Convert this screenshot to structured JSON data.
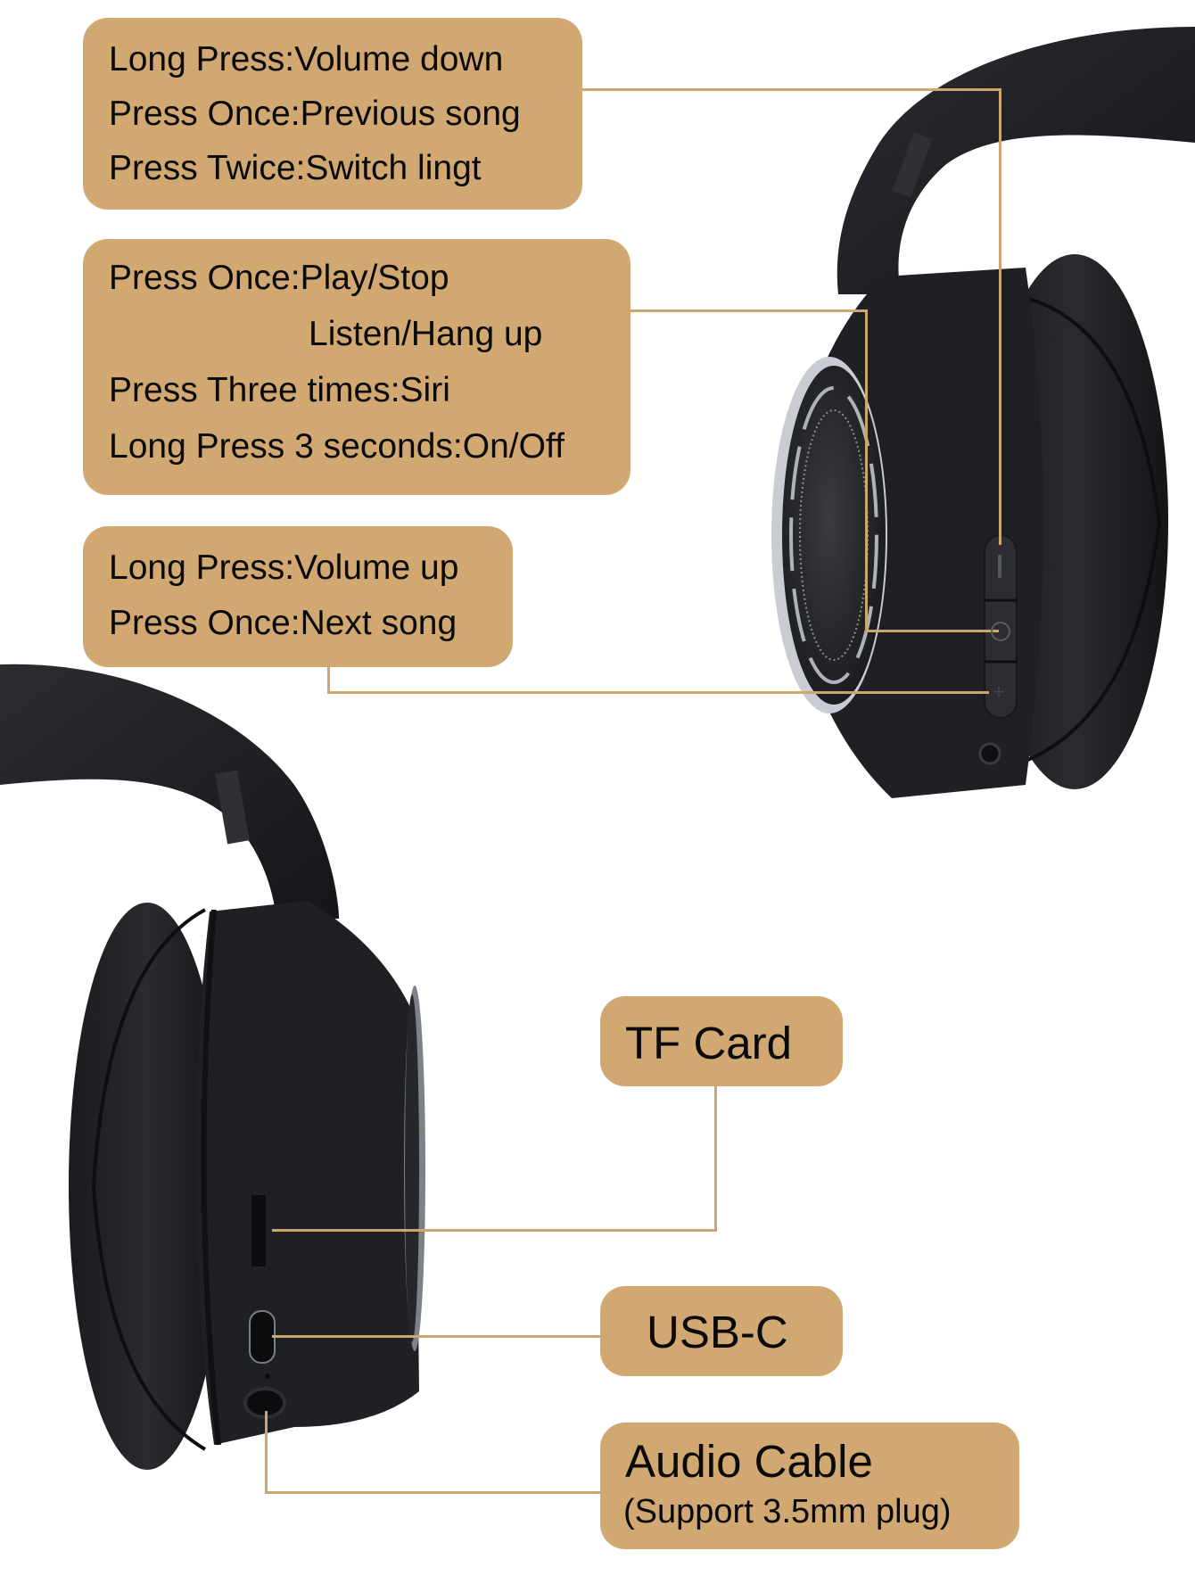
{
  "colors": {
    "label_bg": "#D1A872",
    "connector": "#CFA56F",
    "text": "#0a0a0a",
    "background": "#ffffff",
    "headphone_body": "#1c1d21"
  },
  "top_headphone": {
    "buttons": [
      {
        "id": "minus-button",
        "icon": "minus-icon",
        "callout": {
          "lines": [
            "Long Press:Volume down",
            "Press Once:Previous song",
            "Press Twice:Switch lingt"
          ]
        }
      },
      {
        "id": "multifunction-button",
        "icon": "circle-icon",
        "callout": {
          "lines": [
            "Press Once:Play/Stop",
            "Listen/Hang up",
            "Press Three times:Siri",
            "Long Press 3 seconds:On/Off"
          ]
        }
      },
      {
        "id": "plus-button",
        "icon": "plus-icon",
        "callout": {
          "lines": [
            "Long Press:Volume up",
            "Press Once:Next song"
          ]
        }
      }
    ]
  },
  "bottom_headphone": {
    "ports": [
      {
        "id": "tf-card-slot",
        "callout": {
          "title": "TF Card"
        }
      },
      {
        "id": "usb-c-port",
        "callout": {
          "title": "USB-C"
        }
      },
      {
        "id": "audio-jack",
        "callout": {
          "title": "Audio Cable",
          "subtitle": "(Support 3.5mm plug)"
        }
      }
    ]
  }
}
